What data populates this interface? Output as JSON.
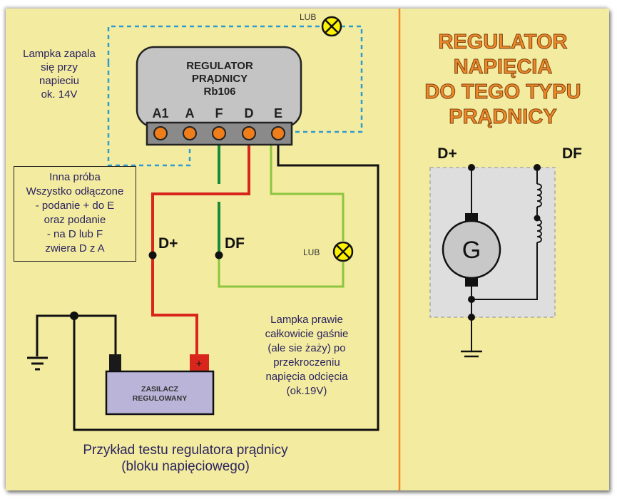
{
  "regulator": {
    "title_lines": [
      "REGULATOR",
      "PRĄDNICY",
      "Rb106"
    ],
    "terminals": [
      "A1",
      "A",
      "F",
      "D",
      "E"
    ]
  },
  "labels": {
    "lub_top": "LUB",
    "lub_mid": "LUB",
    "d_plus": "D+",
    "df": "DF",
    "power_supply": [
      "ZASILACZ",
      "REGULOWANY"
    ],
    "plus_sign": "+"
  },
  "notes": {
    "lamp_lights": [
      "Lampka zapala",
      "się przy",
      "napieciu",
      "ok. 14V"
    ],
    "other_test": [
      "Inna próba",
      "Wszystko odłączone",
      "- podanie + do E",
      "oraz podanie",
      "- na D lub F",
      "zwiera D z A"
    ],
    "lamp_dims": [
      "Lampka prawie",
      "całkowicie gaśnie",
      "(ale sie żaży) po",
      "przekroczeniu",
      "napięcia odcięcia",
      "(ok.19V)"
    ]
  },
  "caption": [
    "Przykład testu regulatora prądnicy",
    "(bloku napięciowego)"
  ],
  "right_panel": {
    "title_lines": [
      "REGULATOR",
      "NAPIĘCIA",
      "DO TEGO TYPU",
      "PRĄDNICY"
    ],
    "d_plus": "D+",
    "df": "DF",
    "generator_symbol": "G"
  },
  "colors": {
    "background": "#f3eb9f",
    "wire_red": "#d9261c",
    "wire_dark_green": "#1a8a3a",
    "wire_light_green": "#8cc63f",
    "wire_black": "#111111",
    "dashed_blue": "#2e9bcf",
    "terminal_orange": "#ee7d1a",
    "lamp_yellow": "#fff200",
    "supply_fill": "#b9b4d8",
    "title_orange": "#f0892a",
    "divider_orange": "#f0892a"
  }
}
